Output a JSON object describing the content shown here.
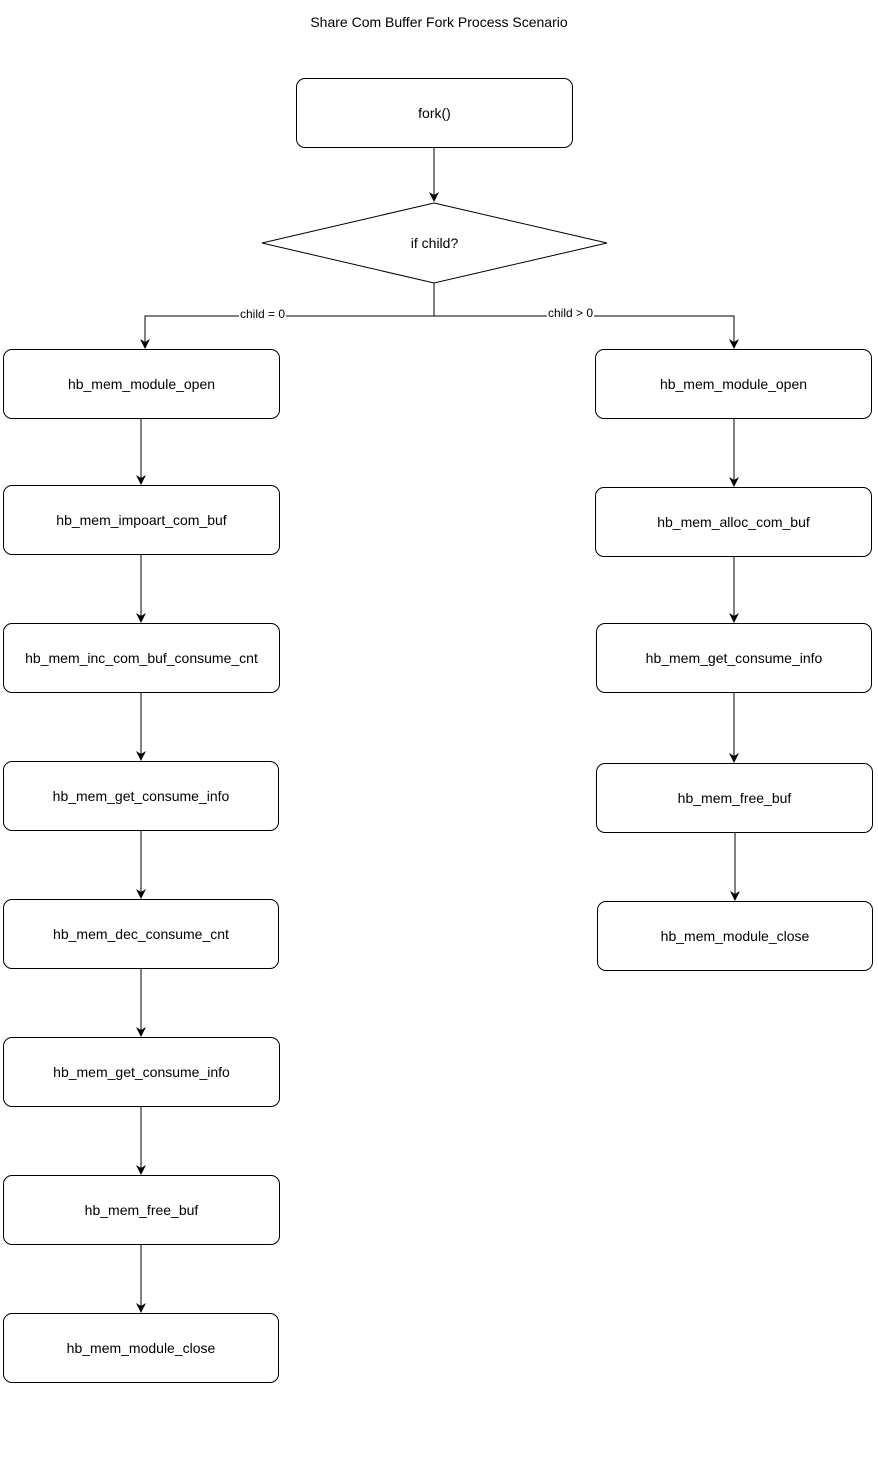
{
  "diagram": {
    "title": "Share Com Buffer Fork Process Scenario",
    "start": "fork()",
    "decision": "if child?",
    "branch_left_label": "child = 0",
    "branch_right_label": "child > 0",
    "left_branch": [
      "hb_mem_module_open",
      "hb_mem_impoart_com_buf",
      "hb_mem_inc_com_buf_consume_cnt",
      "hb_mem_get_consume_info",
      "hb_mem_dec_consume_cnt",
      "hb_mem_get_consume_info",
      "hb_mem_free_buf",
      "hb_mem_module_close"
    ],
    "right_branch": [
      "hb_mem_module_open",
      "hb_mem_alloc_com_buf",
      "hb_mem_get_consume_info",
      "hb_mem_free_buf",
      "hb_mem_module_close"
    ]
  }
}
